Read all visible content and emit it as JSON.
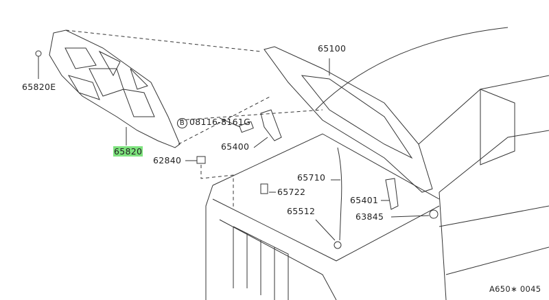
{
  "diagram": {
    "callouts": [
      {
        "id": "65820E",
        "label": "65820E"
      },
      {
        "id": "65820",
        "label": "65820",
        "highlighted": true
      },
      {
        "id": "bolt",
        "prefix": "B",
        "label": "08116-8161G"
      },
      {
        "id": "65400",
        "label": "65400"
      },
      {
        "id": "62840",
        "label": "62840"
      },
      {
        "id": "65100",
        "label": "65100"
      },
      {
        "id": "65710",
        "label": "65710"
      },
      {
        "id": "65722",
        "label": "65722"
      },
      {
        "id": "65512",
        "label": "65512"
      },
      {
        "id": "65401",
        "label": "65401"
      },
      {
        "id": "63845",
        "label": "63845"
      }
    ],
    "diagram_code": "A650∗ 0045",
    "highlight_color": "#7ee37e"
  }
}
